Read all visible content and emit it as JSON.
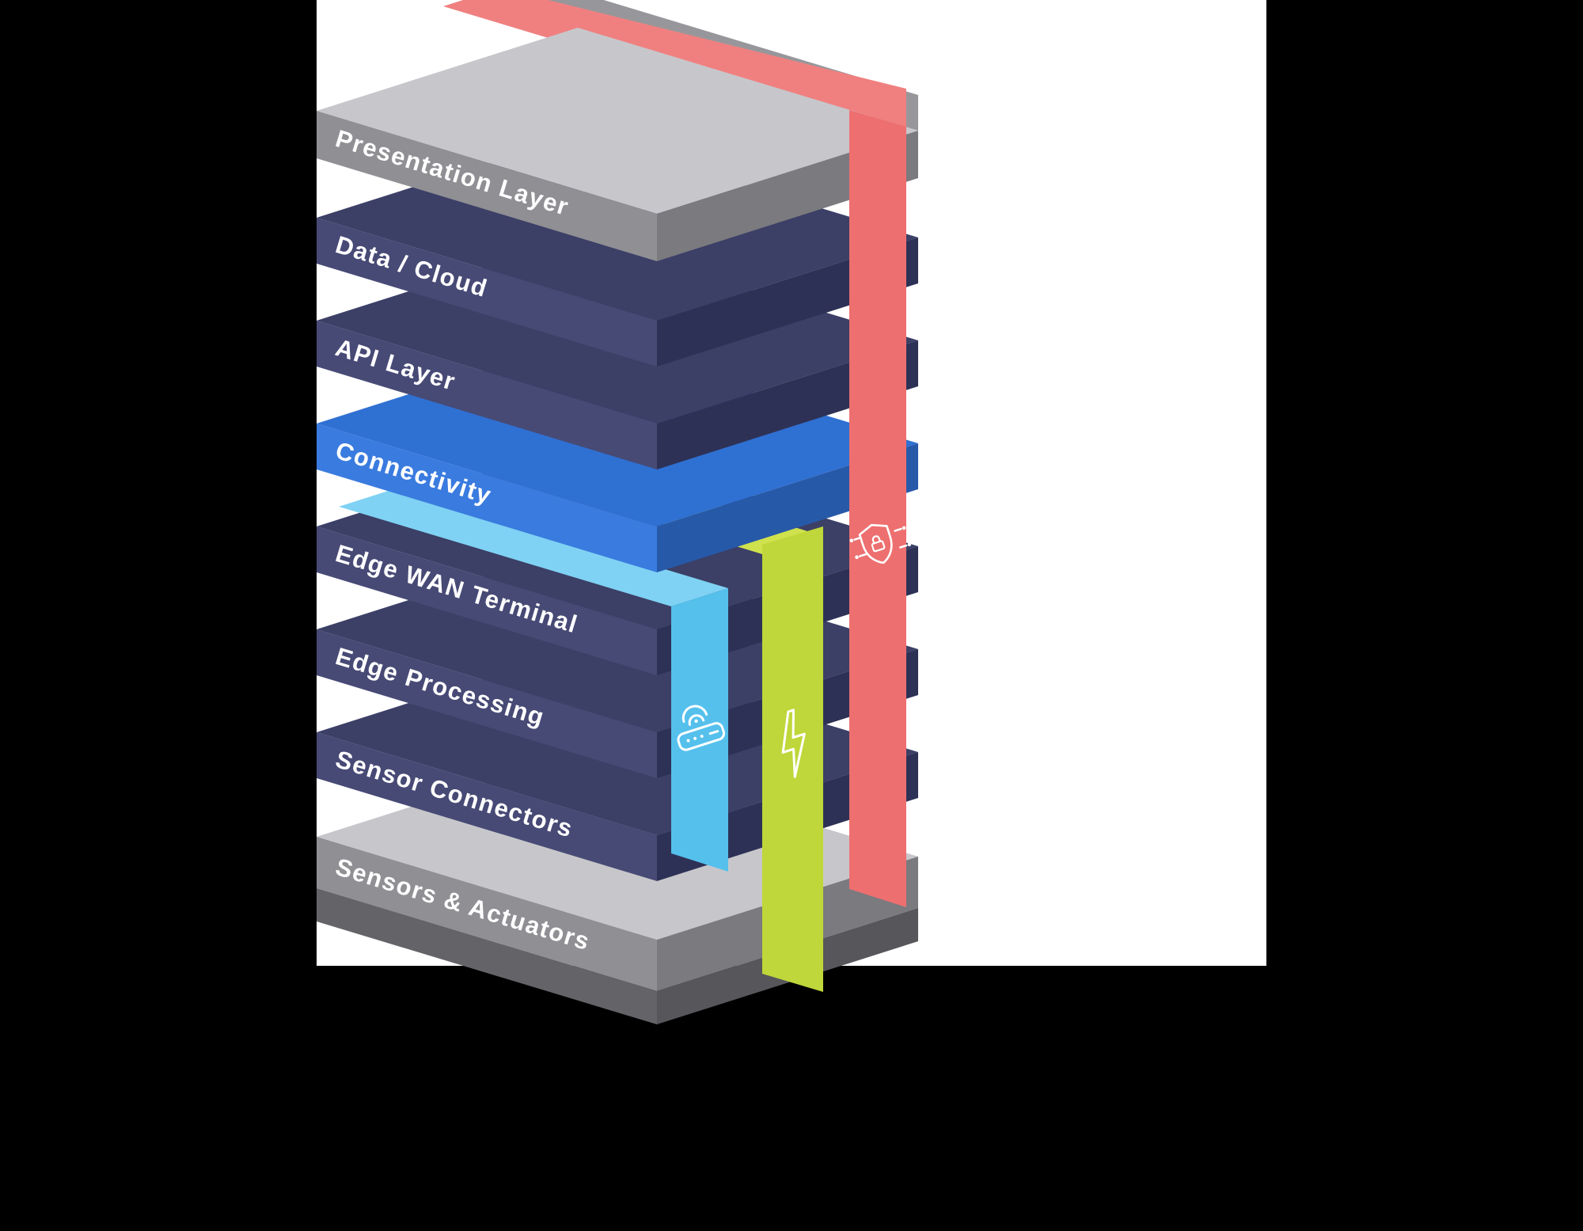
{
  "diagram": {
    "background": "#000000",
    "panel": "#ffffff",
    "rim": "#97979b",
    "layers": [
      {
        "label": "Presentation Layer",
        "top": "#c7c7cb",
        "front": "#8f8f94",
        "side": "#7a7a7f"
      },
      {
        "label": "Data / Cloud",
        "top": "#3c3f66",
        "front": "#474a75",
        "side": "#2e3156"
      },
      {
        "label": "API Layer",
        "top": "#3c3f66",
        "front": "#474a75",
        "side": "#2e3156"
      },
      {
        "label": "Connectivity",
        "top": "#2f70d3",
        "front": "#3a7bdf",
        "side": "#2759a9"
      },
      {
        "label": "Edge WAN Terminal",
        "top": "#3c3f66",
        "front": "#474a75",
        "side": "#2e3156"
      },
      {
        "label": "Edge Processing",
        "top": "#3c3f66",
        "front": "#474a75",
        "side": "#2e3156"
      },
      {
        "label": "Sensor Connectors",
        "top": "#3c3f66",
        "front": "#474a75",
        "side": "#2e3156"
      },
      {
        "label": "Sensors & Actuators",
        "top": "#c7c7cb",
        "front": "#8f8f94",
        "side": "#7a7a7f",
        "front2": "#646468",
        "side2": "#56565b"
      }
    ],
    "ribbons": [
      {
        "name": "edge-wan-ribbon",
        "icon": "router-icon",
        "band": "#55c0ec",
        "strip": "#7fd2f3"
      },
      {
        "name": "power-ribbon",
        "icon": "lightning-icon",
        "band": "#bfd73a",
        "strip": "#cfe24e"
      },
      {
        "name": "security-ribbon",
        "icon": "security-shield-icon",
        "band": "#ee6f6f",
        "strip": "#f08080"
      }
    ]
  }
}
